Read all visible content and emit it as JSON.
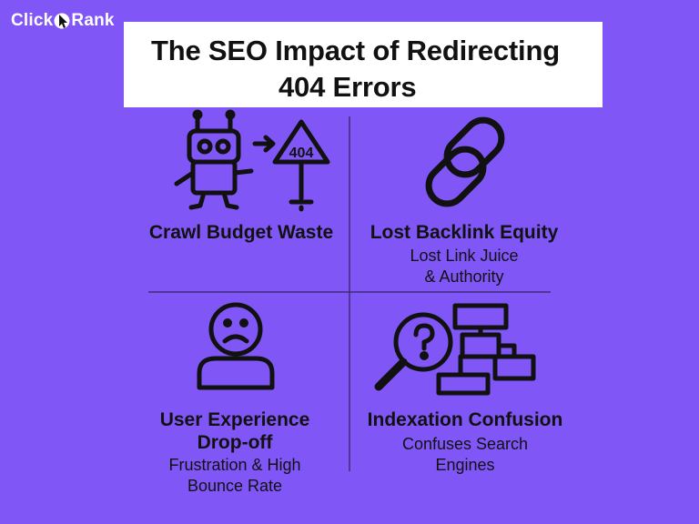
{
  "brand": {
    "name_left": "Click",
    "name_right": "Rank"
  },
  "title": {
    "line1": "The SEO Impact of Redirecting",
    "line2": "404 Errors"
  },
  "quadrants": [
    {
      "heading": "Crawl Budget Waste",
      "sign_text": "404",
      "icon": "robot-404-sign-icon"
    },
    {
      "heading": "Lost Backlink Equity",
      "sub1": "Lost Link Juice",
      "sub2": "& Authority",
      "icon": "chain-link-icon"
    },
    {
      "heading1": "User Experience",
      "heading2": "Drop-off",
      "sub1": "Frustration & High",
      "sub2": "Bounce Rate",
      "icon": "sad-user-icon"
    },
    {
      "heading": "Indexation Confusion",
      "sub1": "Confuses Search",
      "sub2": "Engines",
      "icon": "magnifier-sitemap-icon"
    }
  ],
  "colors": {
    "background": "#8056f7",
    "panel": "#ffffff",
    "text": "#111111"
  }
}
